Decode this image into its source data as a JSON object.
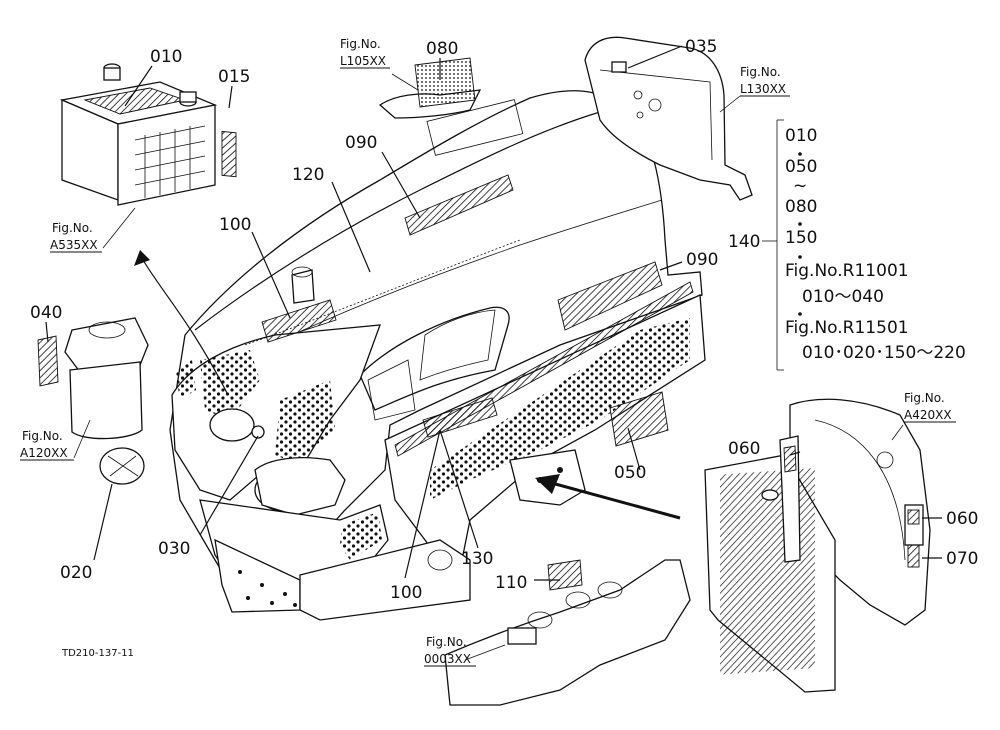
{
  "diagram": {
    "code": "TD210-137-11",
    "callouts": {
      "c010": "010",
      "c015": "015",
      "c020": "020",
      "c030": "030",
      "c035": "035",
      "c040": "040",
      "c050": "050",
      "c060a": "060",
      "c060b": "060",
      "c070": "070",
      "c080": "080",
      "c090a": "090",
      "c090b": "090",
      "c100a": "100",
      "c100b": "100",
      "c110": "110",
      "c120": "120",
      "c130": "130",
      "c140": "140"
    },
    "fig_refs": {
      "l105": {
        "prefix": "Fig.No.",
        "code": "L105XX"
      },
      "l130": {
        "prefix": "Fig.No.",
        "code": "L130XX"
      },
      "a535": {
        "prefix": "Fig.No.",
        "code": "A535XX"
      },
      "a120": {
        "prefix": "Fig.No.",
        "code": "A120XX"
      },
      "a420": {
        "prefix": "Fig.No.",
        "code": "A420XX"
      },
      "d0003": {
        "prefix": "Fig.No.",
        "code": "0003XX"
      }
    },
    "group_140": {
      "lines": [
        "010",
        "050",
        "~",
        "080",
        "150"
      ],
      "ref1": "Fig.No.R11001",
      "ref1_items": "010～040",
      "ref2": "Fig.No.R11501",
      "ref2_items": "010･020･150～220"
    }
  }
}
